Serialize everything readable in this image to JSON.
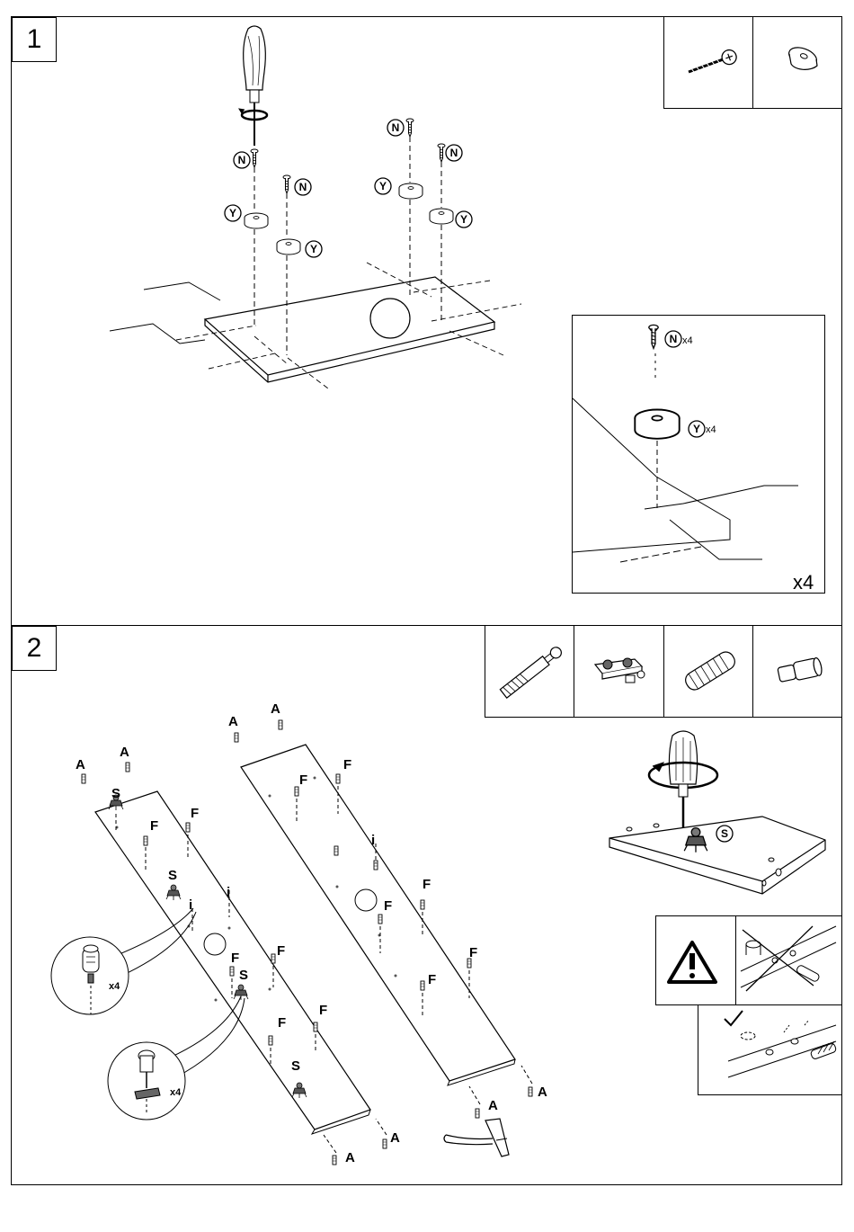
{
  "step1": {
    "number": "1",
    "badges": {
      "n": "N",
      "y": "Y"
    },
    "inset": {
      "n_qty": "x4",
      "y_qty": "x4",
      "repeat": "x4"
    },
    "icons": [
      "screw-icon",
      "round-spacer-icon"
    ]
  },
  "step2": {
    "number": "2",
    "letters": {
      "a": "A",
      "f": "F",
      "s": "S",
      "i": "i"
    },
    "detail_qty_1": "x4",
    "detail_qty_2": "x4",
    "icons": [
      "cam-bolt-icon",
      "connector-bracket-icon",
      "wooden-dowel-icon",
      "shelf-pin-icon"
    ],
    "warning": {
      "icon": "warning-triangle-icon",
      "ok_icon": "checkmark-icon"
    }
  },
  "colors": {
    "line": "#000000",
    "paper": "#ffffff",
    "dot": "#555555"
  }
}
